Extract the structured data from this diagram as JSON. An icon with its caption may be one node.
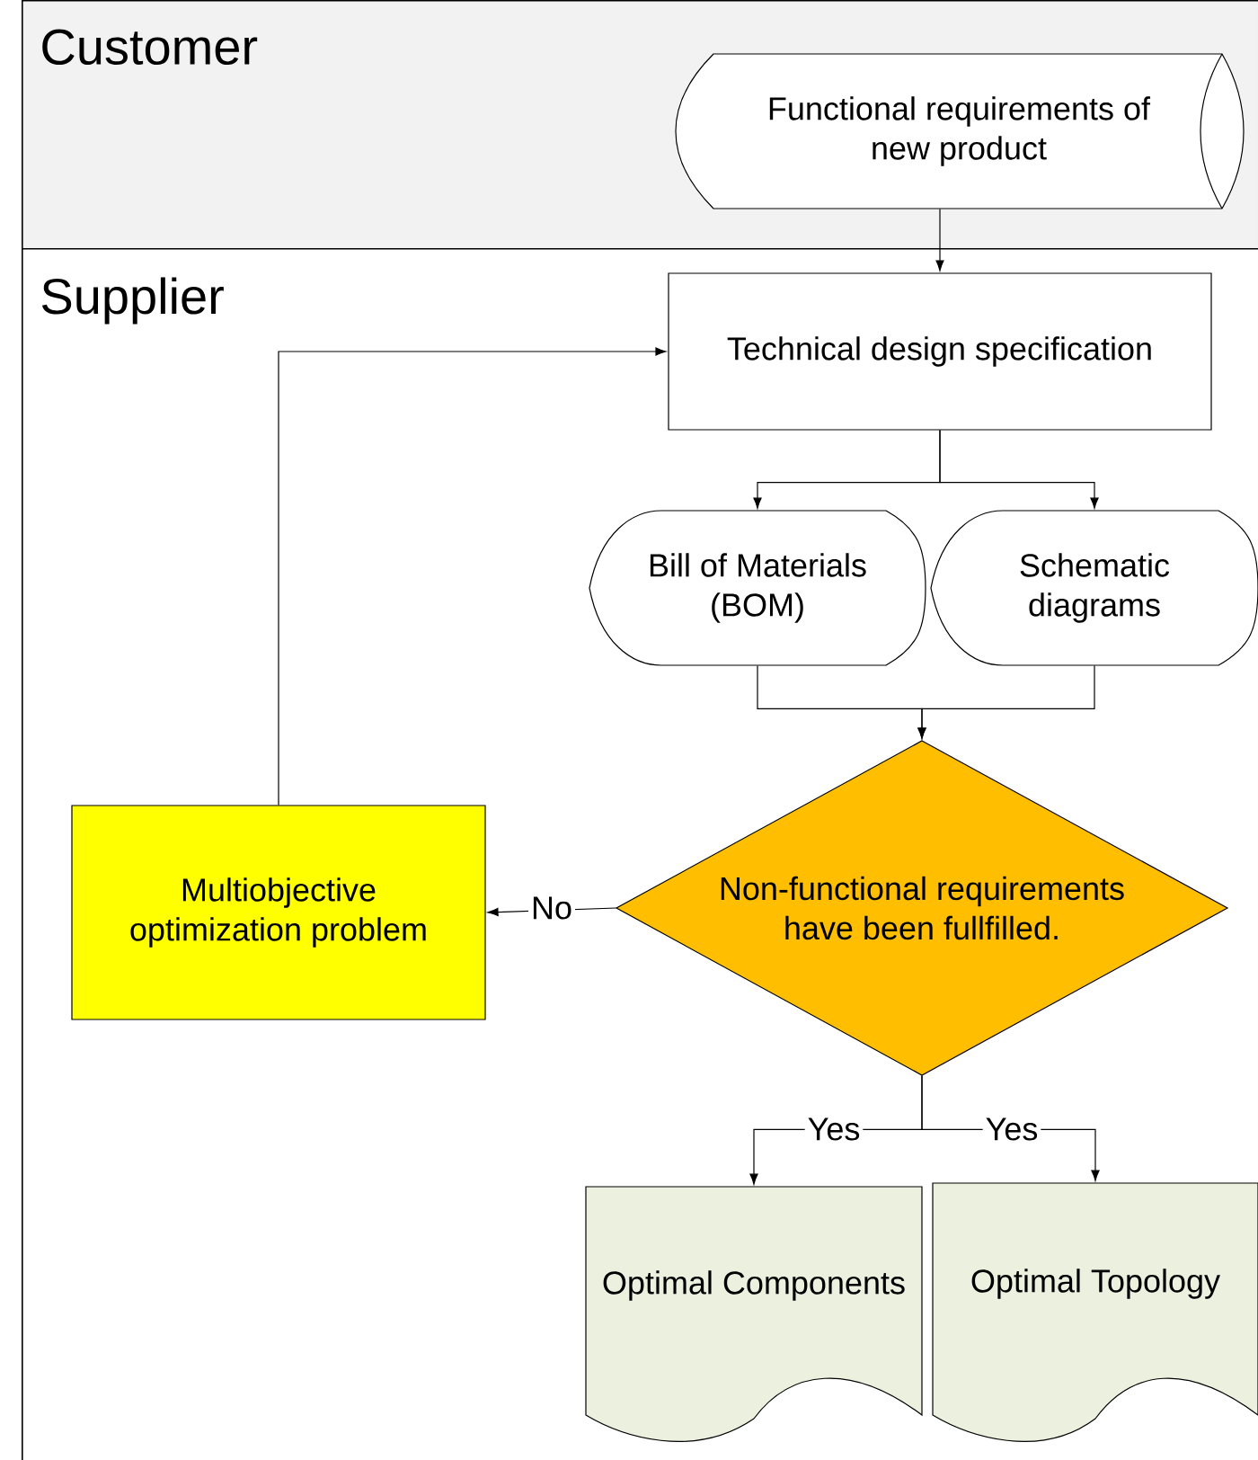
{
  "diagram": {
    "nodes": [
      {
        "text": [
          "Customer"
        ]
      },
      {
        "text": [
          "Supplier"
        ]
      },
      {
        "text": [
          "Functional requirements of new product"
        ],
        "in": 0
      },
      {
        "text": [
          "Technical design specification"
        ],
        "in": 1
      },
      {
        "text": [
          "Bill of Materials (BOM)"
        ],
        "in": 1
      },
      {
        "text": [
          "Schematic diagrams"
        ],
        "in": 1
      },
      {
        "text": [
          "Non-functional requirements have been fullfilled."
        ],
        "in": 1
      },
      {
        "text": [
          "Multiobjective optimization problem"
        ],
        "in": 1
      },
      {
        "text": [
          "Optimal Components"
        ],
        "in": 1
      },
      {
        "text": [
          "Optimal Topology"
        ],
        "in": 1
      }
    ],
    "edges": [
      {
        "from": 2,
        "to": 3,
        "arrow": "to"
      },
      {
        "from": 3,
        "to": 4,
        "arrow": "to"
      },
      {
        "from": 3,
        "to": 5,
        "arrow": "to"
      },
      {
        "from": 4,
        "to": 6,
        "arrow": "to"
      },
      {
        "from": 5,
        "to": 6,
        "arrow": "to"
      },
      {
        "from": 6,
        "to": 7,
        "arrow": "to",
        "label": "No"
      },
      {
        "from": 6,
        "to": 8,
        "arrow": "to",
        "label": "Yes"
      },
      {
        "from": 6,
        "to": 9,
        "arrow": "to",
        "label": "Yes"
      },
      {
        "from": 7,
        "to": 3,
        "arrow": "to"
      }
    ]
  }
}
